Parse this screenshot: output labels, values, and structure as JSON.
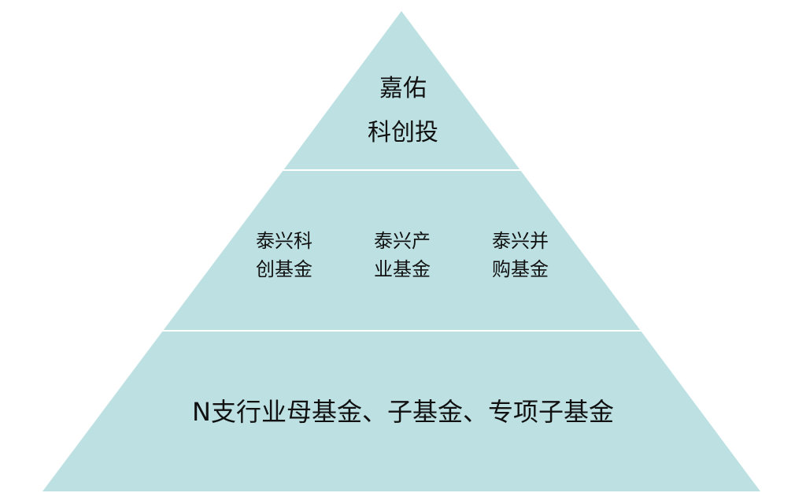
{
  "colors": {
    "tier_fill": "#bde1e3",
    "divider": "#ffffff",
    "text": "#111111"
  },
  "pyramid": {
    "top": {
      "line1": "嘉佑",
      "line2": "科创投"
    },
    "middle": [
      {
        "line1": "泰兴科",
        "line2": "创基金"
      },
      {
        "line1": "泰兴产",
        "line2": "业基金"
      },
      {
        "line1": "泰兴并",
        "line2": "购基金"
      }
    ],
    "bottom": {
      "text": "N支行业母基金、子基金、专项子基金"
    }
  }
}
